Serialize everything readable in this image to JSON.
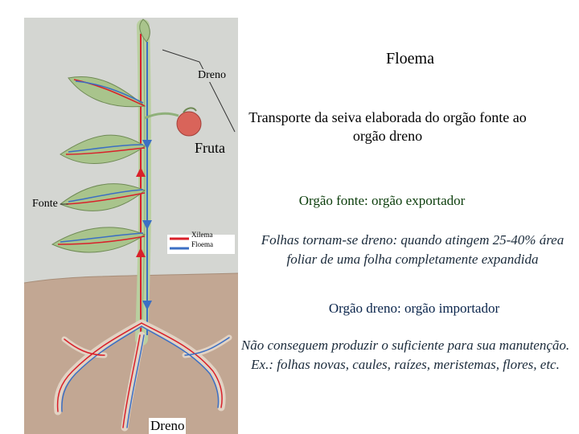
{
  "figure": {
    "labels": {
      "dreno_top": "Dreno",
      "fruta": "Fruta",
      "fonte": "Fonte",
      "dreno_bottom": "Dreno"
    },
    "legend": {
      "xilema": "Xilema",
      "floema": "Floema",
      "xilema_color": "#d9202a",
      "floema_color": "#3b6fc4"
    },
    "colors": {
      "background": "#d4d6d2",
      "soil": "#c2a793",
      "leaf": "#a9c48c",
      "fruit": "#d9645a"
    }
  },
  "text": {
    "title": "Floema",
    "transport": "Transporte da seiva elaborada do orgão fonte ao orgão dreno",
    "fonte_def": "Orgão fonte: orgão exportador",
    "folhas": "Folhas tornam-se dreno:  quando atingem 25-40% área foliar de uma folha completamente expandida",
    "dreno_def": "Orgão dreno: orgão importador",
    "nao": "Não conseguem produzir o suficiente para sua manutenção. Ex.: folhas novas, caules, raízes, meristemas, flores, etc."
  }
}
